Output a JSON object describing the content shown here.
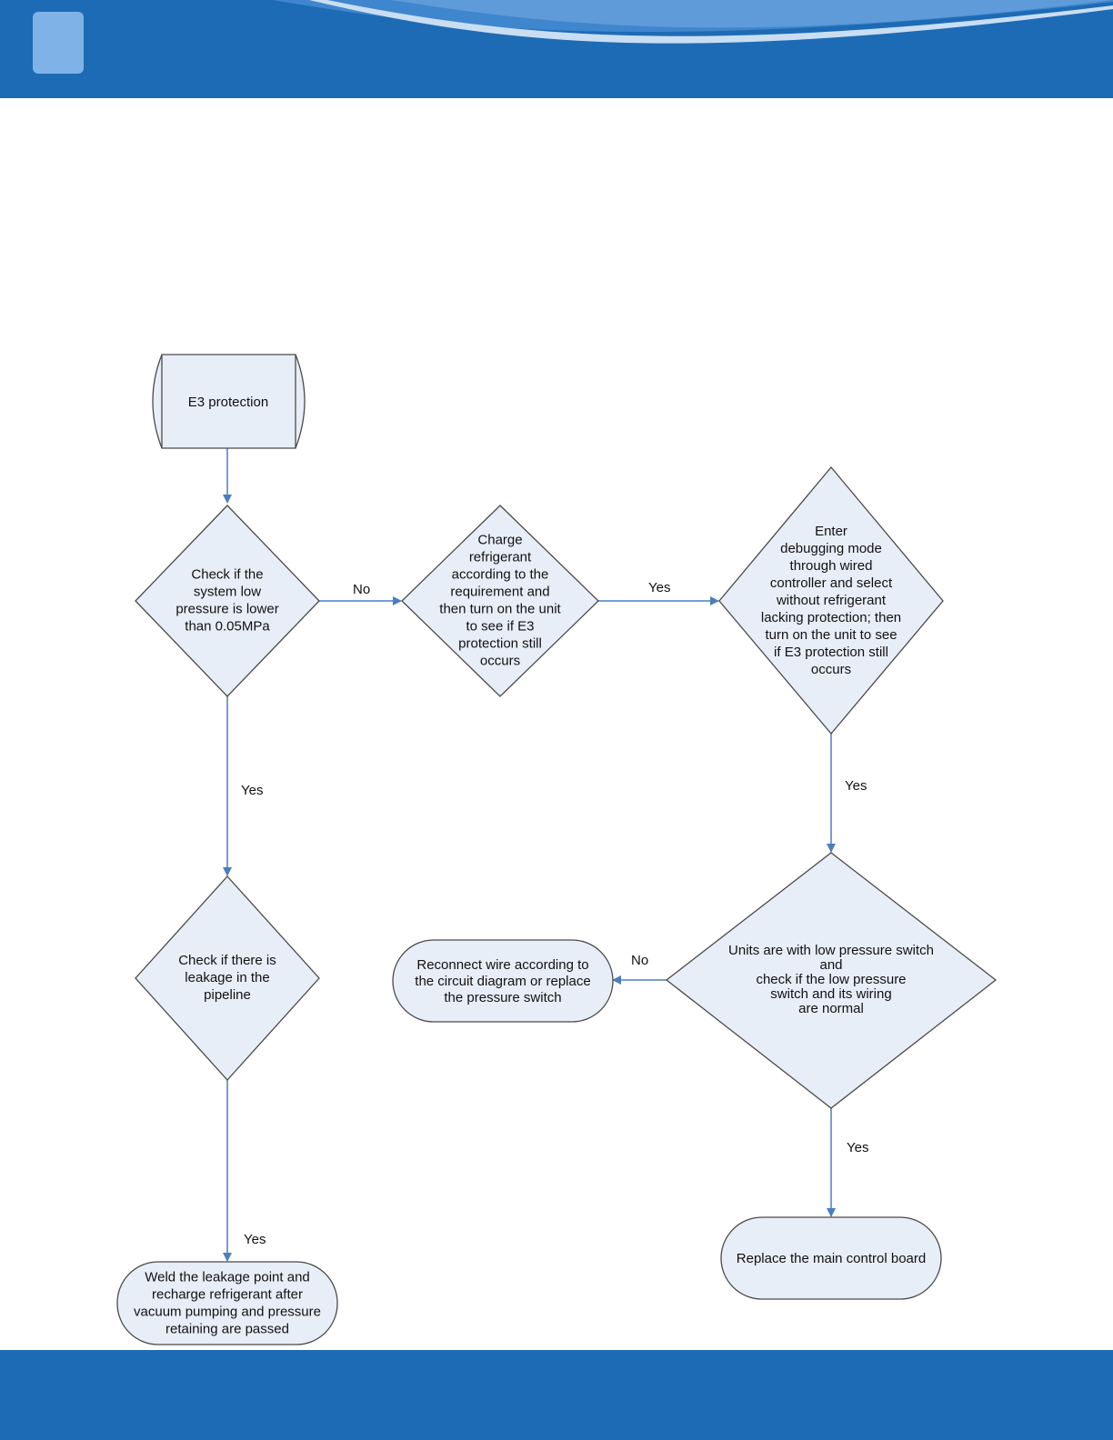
{
  "colors": {
    "band": "#1e6bb5",
    "node_fill": "#e8eef8",
    "node_stroke": "#4a4a4a",
    "arrow": "#4a7ec0"
  },
  "nodes": {
    "start": [
      "E3 protection"
    ],
    "d1": [
      "Check if the",
      "system low",
      "pressure is lower",
      "than 0.05MPa"
    ],
    "d2": [
      "Charge",
      "refrigerant",
      "according to the",
      "requirement and",
      "then turn on the unit",
      "to see if E3",
      "protection still",
      "occurs"
    ],
    "d3": [
      "Enter",
      "debugging mode",
      "through wired",
      "controller and select",
      "without refrigerant",
      "lacking protection; then",
      "turn on the unit to see",
      "if E3 protection still",
      "occurs"
    ],
    "d4": [
      "Check if there is",
      "leakage in the",
      "pipeline"
    ],
    "d5": [
      "Units are with low pressure switch",
      "and",
      "check if the low pressure",
      "switch and its wiring",
      "are normal"
    ],
    "end_reconnect": [
      "Reconnect wire according to",
      "the circuit diagram or replace",
      "the pressure switch"
    ],
    "end_replace": [
      "Replace the main control board"
    ],
    "end_weld": [
      "Weld the leakage point and",
      "recharge refrigerant after",
      "vacuum pumping and pressure",
      "retaining are passed"
    ]
  },
  "edges": {
    "d1_d2": "No",
    "d2_d3": "Yes",
    "d1_d4": "Yes",
    "d3_d5": "Yes",
    "d5_reconnect": "No",
    "d5_replace": "Yes",
    "d4_weld": "Yes"
  }
}
